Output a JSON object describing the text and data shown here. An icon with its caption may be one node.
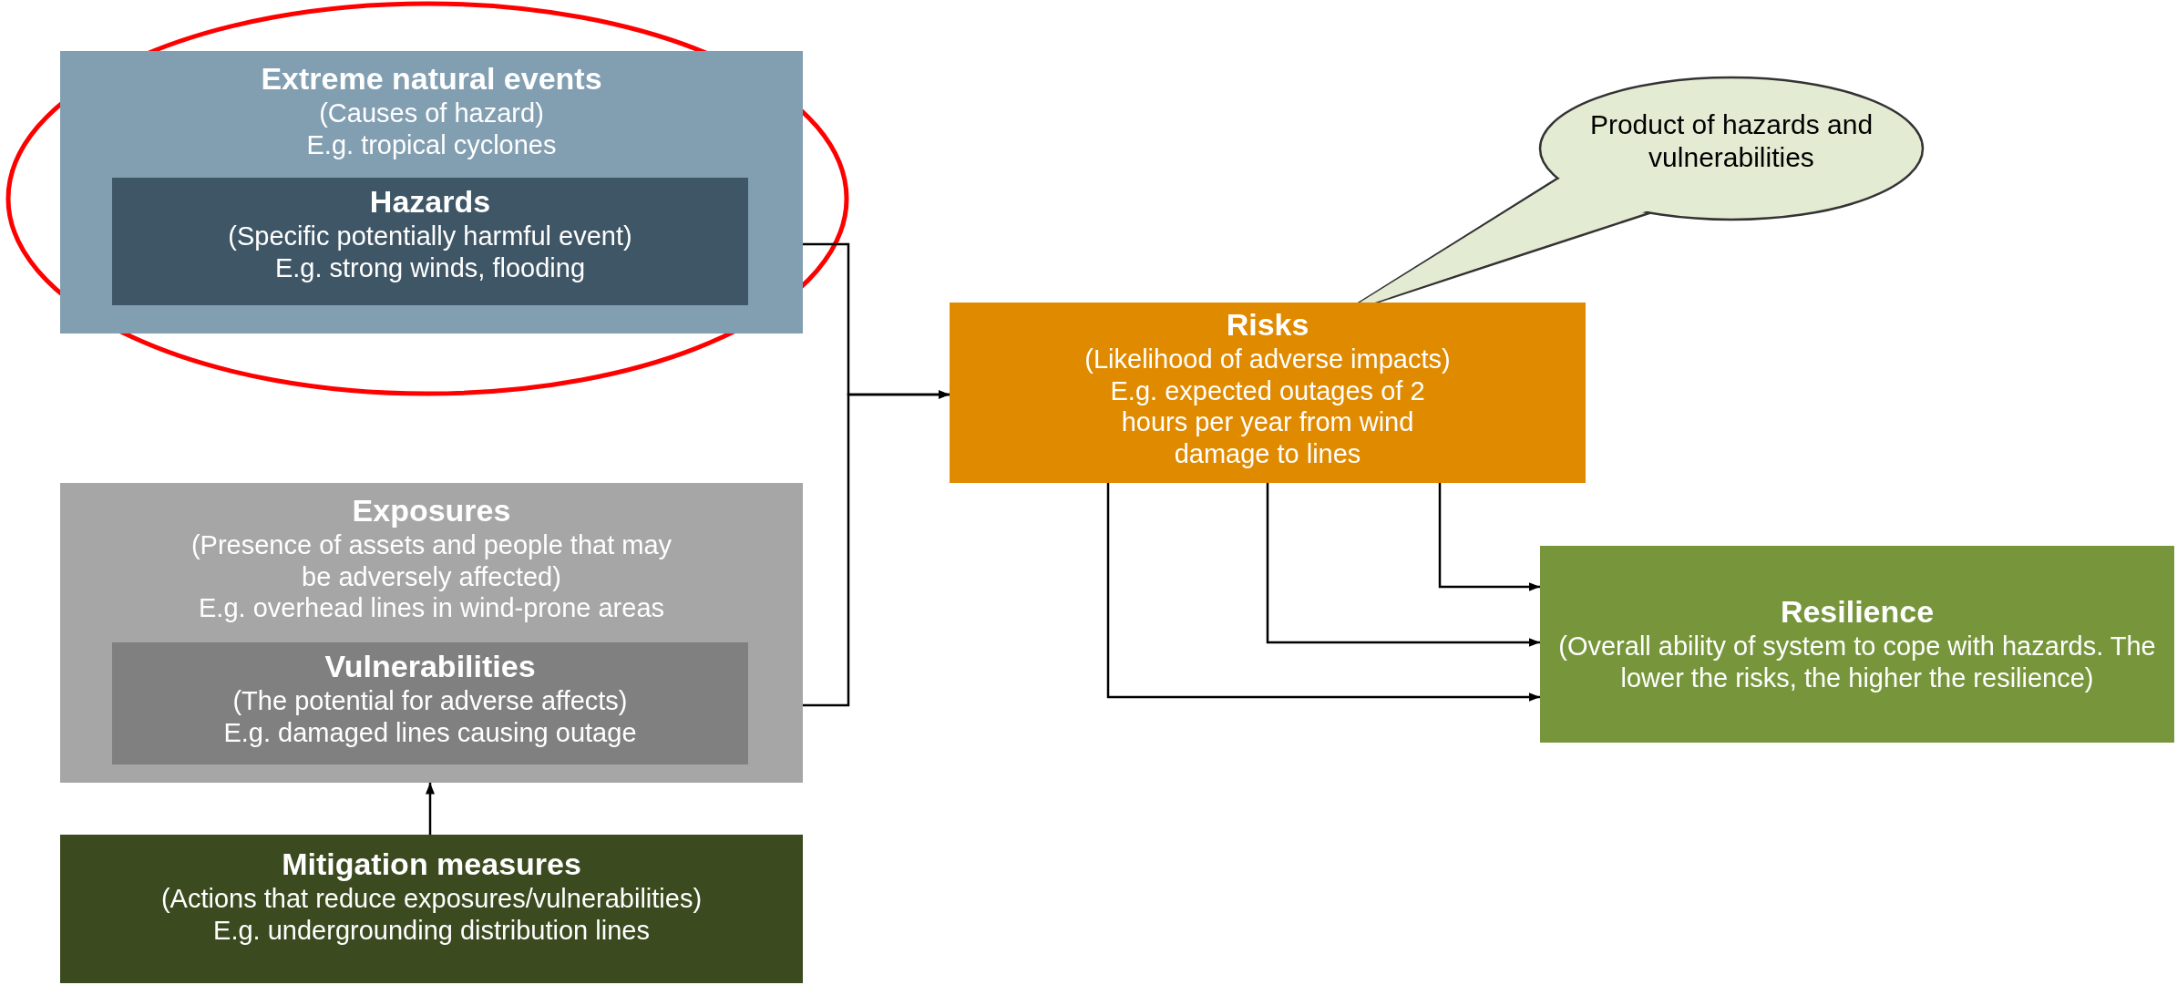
{
  "diagram": {
    "nodes": [
      {
        "text": [
          "Extreme natural events",
          "(Causes of hazard)",
          "E.g. tropical cyclones"
        ]
      },
      {
        "text": [
          "Hazards",
          "(Specific potentially harmful event)",
          "E.g. strong winds, flooding"
        ],
        "in": 0
      },
      {
        "text": [
          "Exposures",
          "(Presence of assets and people that may be adversely affected)",
          "E.g. overhead lines in wind-prone areas"
        ]
      },
      {
        "text": [
          "Vulnerabilities",
          "(The potential for adverse affects)",
          "E.g. damaged lines causing outage"
        ],
        "in": 2
      },
      {
        "text": [
          "Mitigation measures",
          "(Actions that reduce exposures/vulnerabilities)",
          "E.g. undergrounding distribution lines"
        ]
      },
      {
        "text": [
          "Product of hazards and vulnerabilities"
        ]
      },
      {
        "text": [
          "Risks",
          "(Likelihood of adverse impacts)",
          "E.g. expected outages of 2 hours per year from wind damage to lines"
        ]
      },
      {
        "text": [
          "Resilience",
          "(Overall ability of system to cope with hazards. The lower the risks, the higher the resilience)"
        ]
      }
    ],
    "edges": [
      {
        "from": 1,
        "to": 6,
        "arrow": "to"
      },
      {
        "from": 3,
        "to": 6,
        "arrow": "to"
      },
      {
        "from": 4,
        "to": 2,
        "arrow": "to"
      },
      {
        "from": 6,
        "to": 7,
        "arrow": "to"
      },
      {
        "from": 6,
        "to": 7,
        "arrow": "to"
      },
      {
        "from": 6,
        "to": 7,
        "arrow": "to"
      }
    ]
  }
}
